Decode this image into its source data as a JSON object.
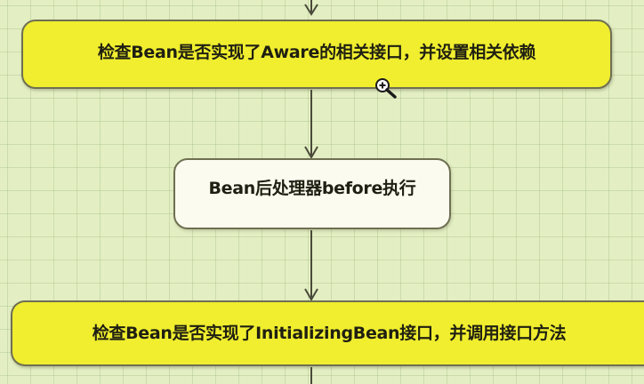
{
  "diagram": {
    "nodes": [
      {
        "id": "aware",
        "label": "检查Bean是否实现了Aware的相关接口，并设置相关依赖"
      },
      {
        "id": "before",
        "label": "Bean后处理器before执行"
      },
      {
        "id": "init",
        "label": "检查Bean是否实现了InitializingBean接口，并调用接口方法"
      }
    ],
    "edges": [
      {
        "from": "top",
        "to": "aware"
      },
      {
        "from": "aware",
        "to": "before"
      },
      {
        "from": "before",
        "to": "init"
      },
      {
        "from": "init",
        "to": "bottom"
      }
    ]
  },
  "colors": {
    "background": "#e3efc3",
    "node_highlight": "#f0ee2e",
    "node_plain": "#fbfbef",
    "border": "#6f6f52",
    "arrow": "#4a4a3a"
  },
  "cursor": {
    "icon": "zoom-in-cursor-icon"
  }
}
